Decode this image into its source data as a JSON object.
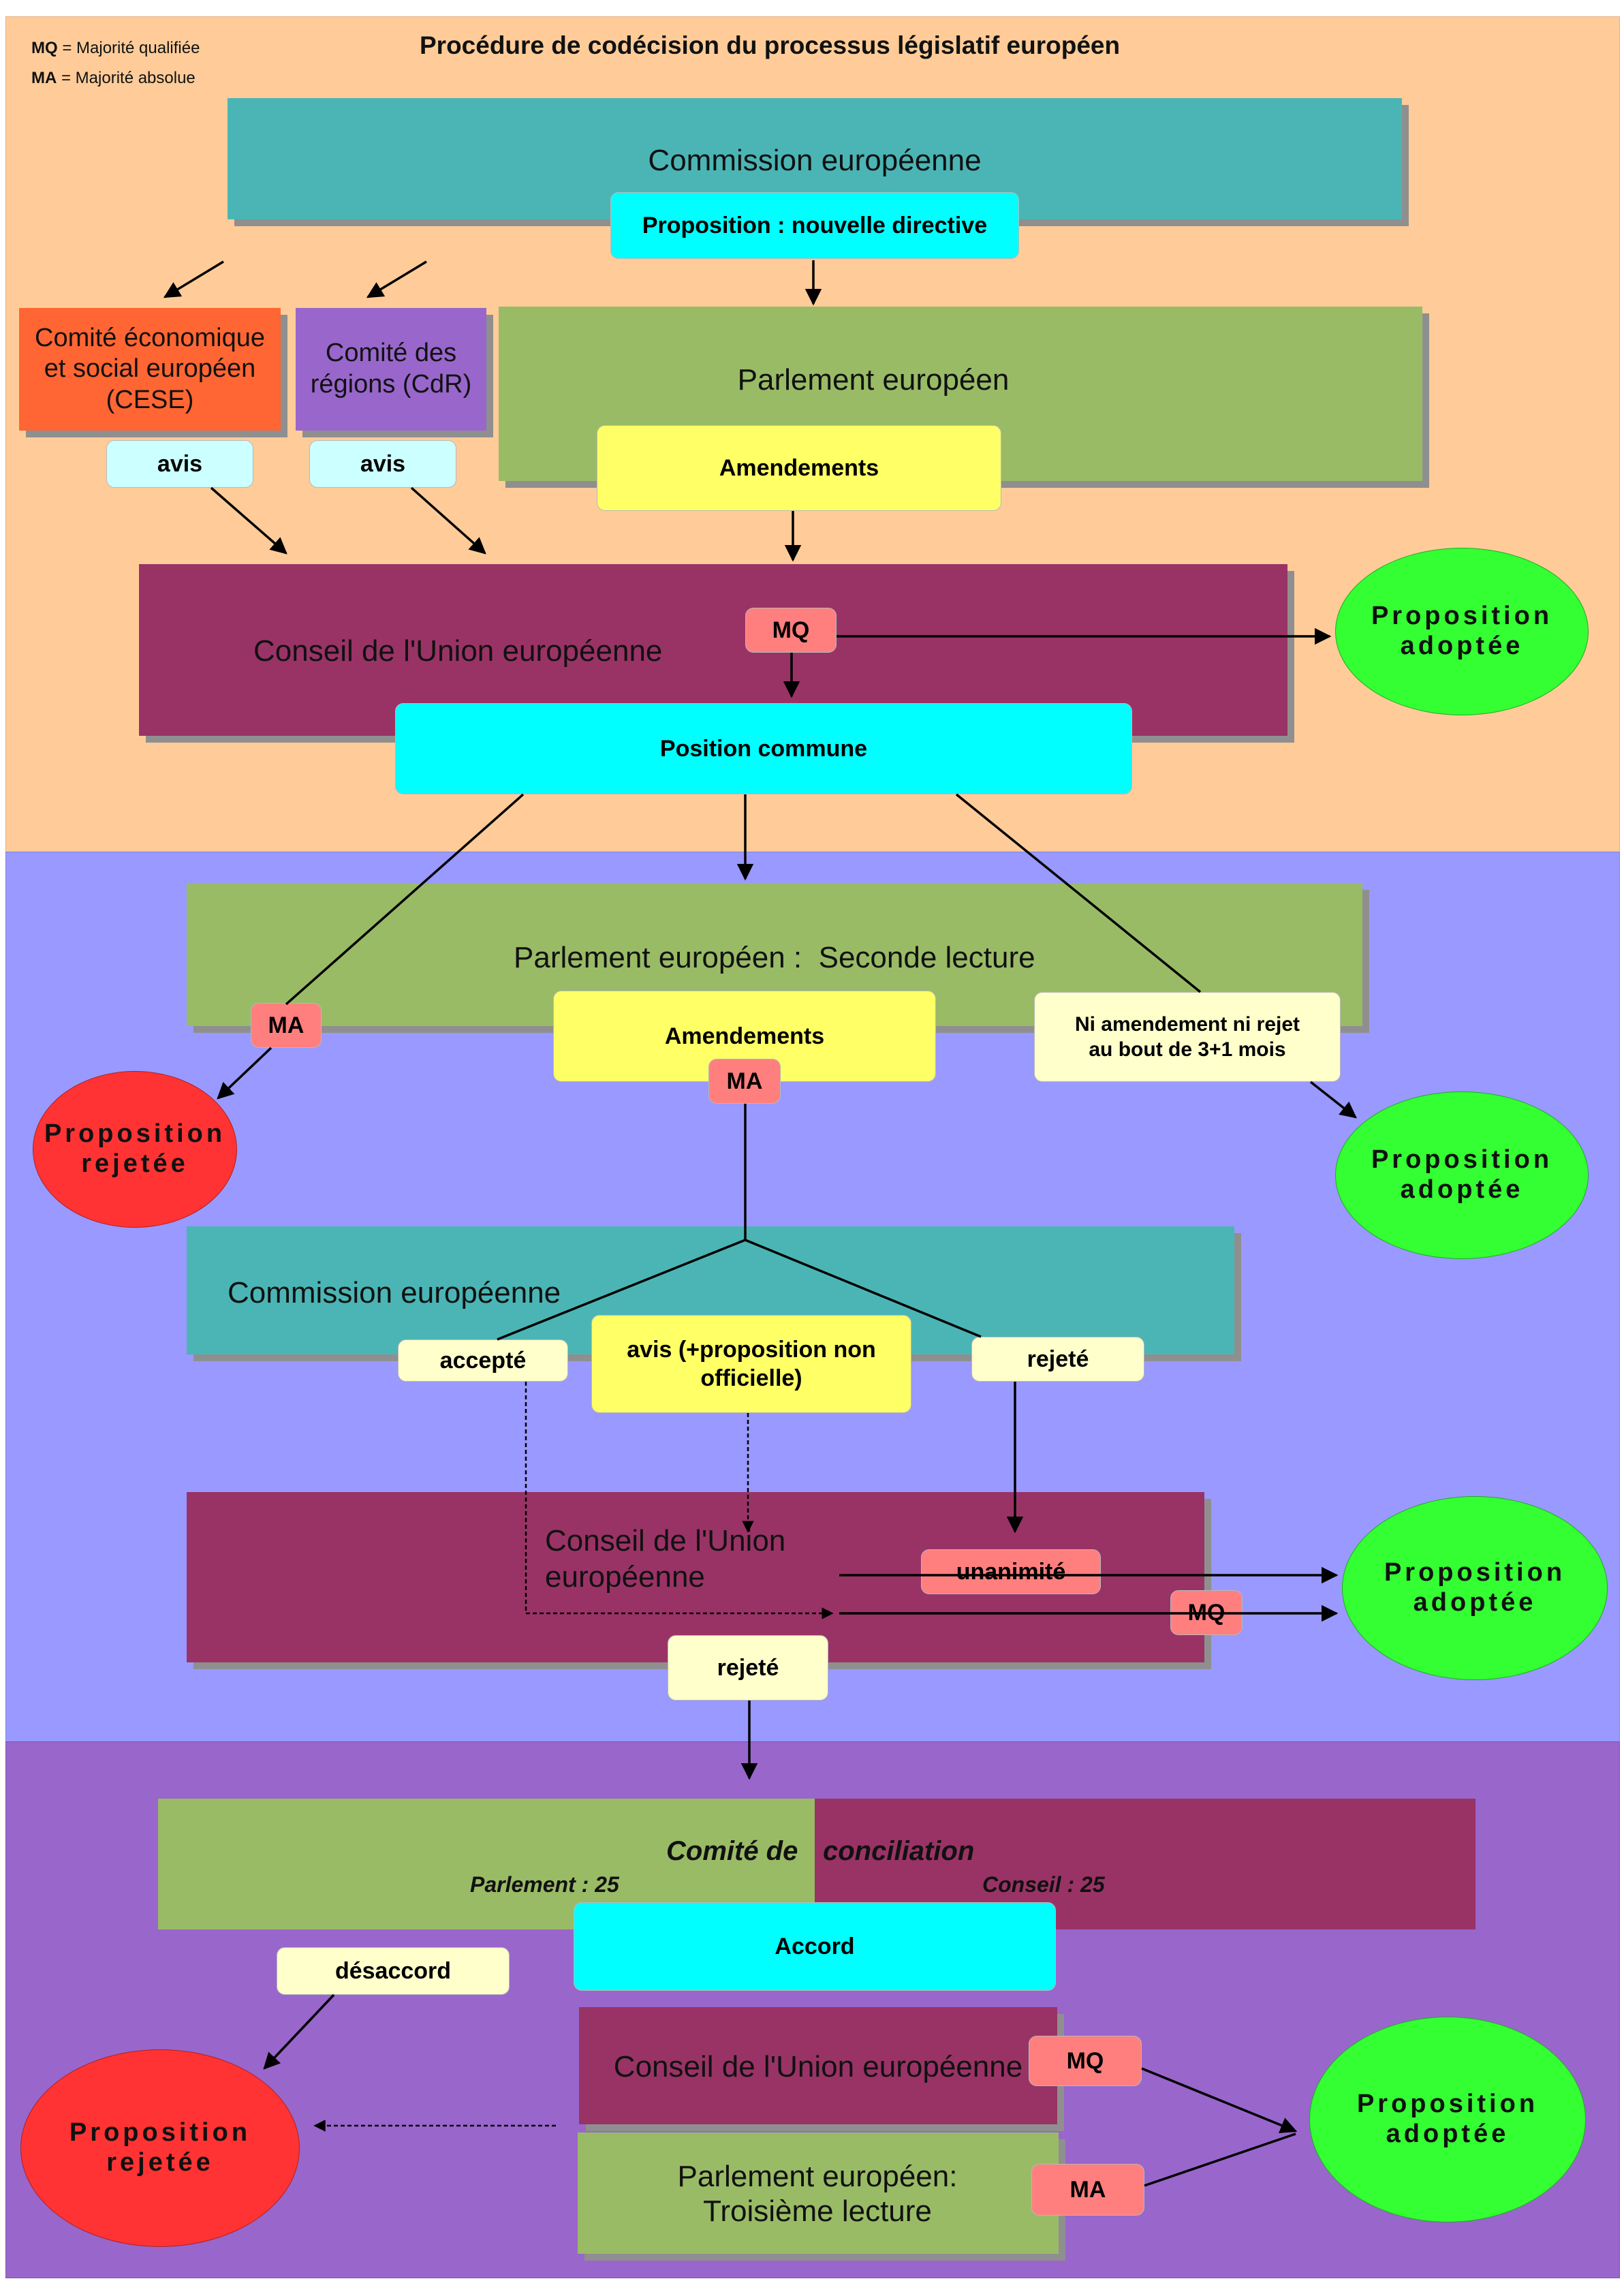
{
  "title": "Procédure de codécision du processus législatif européen",
  "legend": {
    "mq_abbr": "MQ",
    "mq_text": " = Majorité qualifiée",
    "ma_abbr": "MA",
    "ma_text": " = Majorité absolue"
  },
  "colors": {
    "zone_orange": "#ffcc99",
    "zone_blue": "#9999ff",
    "zone_purple": "#9966cc",
    "teal": "#4bb5b5",
    "green": "#99bb66",
    "maroon": "#993366",
    "cyan": "#00ffff",
    "yellow": "#ffff66",
    "pale_yellow": "#ffffcc",
    "pale_cyan": "#ccffff",
    "salmon": "#ff7f7f",
    "orange": "#ff6633",
    "lavender": "#9966cc",
    "green_ellipse": "#33ff33",
    "red_ellipse": "#ff3333"
  },
  "stage1": {
    "commission": "Commission européenne",
    "proposition": "Proposition : nouvelle directive",
    "cese": "Comité économique et social européen (CESE)",
    "cdr": "Comité des régions (CdR)",
    "avis1": "avis",
    "avis2": "avis",
    "parlement": "Parlement européen",
    "amendements": "Amendements",
    "conseil": "Conseil de l'Union européenne",
    "mq": "MQ",
    "adoptee": "Proposition adoptée",
    "position_commune": "Position commune"
  },
  "stage2": {
    "parlement": "Parlement européen :  Seconde lecture",
    "ma_left": "MA",
    "rejetee": "Proposition rejetée",
    "amendements": "Amendements",
    "ma_center": "MA",
    "ni_rejet": "Ni amendement ni rejet au bout de  3+1 mois",
    "adoptee": "Proposition adoptée",
    "commission": "Commission européenne",
    "accepte": "accepté",
    "avis": "avis (+proposition non officielle)",
    "rejete": "rejeté",
    "conseil": "Conseil de l'Union européenne",
    "unanimite": "unanimité",
    "mq": "MQ",
    "adoptee2": "Proposition adoptée",
    "rejete_bottom": "rejeté"
  },
  "stage3": {
    "comite_left": "Comité de",
    "comite_right": "conciliation",
    "parlement_count": "Parlement : 25",
    "conseil_count": "Conseil : 25",
    "accord": "Accord",
    "desaccord": "désaccord",
    "rejetee": "Proposition rejetée",
    "conseil": "Conseil de l'Union européenne",
    "mq": "MQ",
    "parlement": "Parlement européen: Troisième lecture",
    "ma": "MA",
    "adoptee": "Proposition adoptée"
  }
}
